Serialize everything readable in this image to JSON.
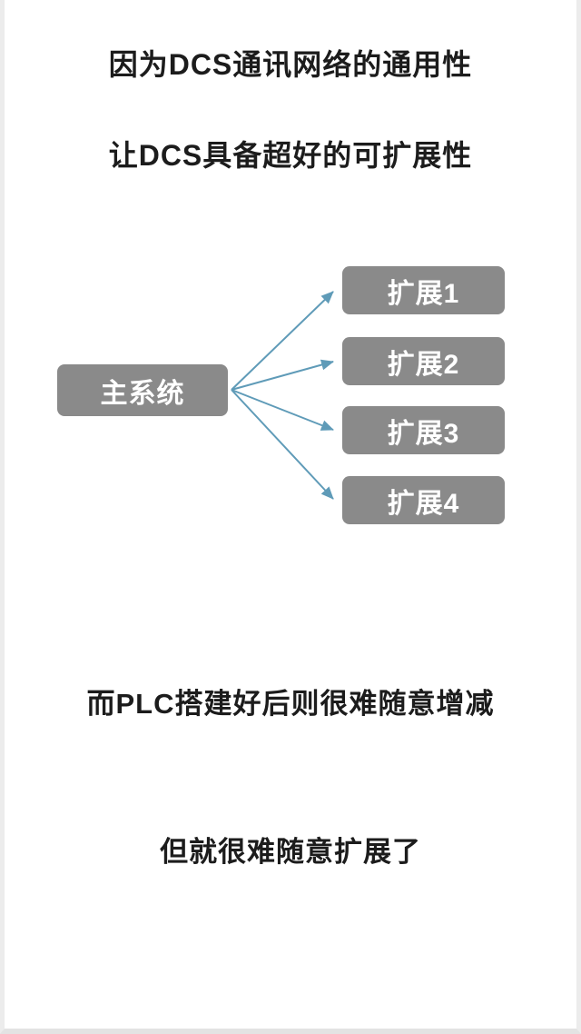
{
  "headings": {
    "line1": "因为DCS通讯网络的通用性",
    "line2": "让DCS具备超好的可扩展性"
  },
  "diagram": {
    "main_node": {
      "label": "主系统"
    },
    "extensions": [
      {
        "label": "扩展1"
      },
      {
        "label": "扩展2"
      },
      {
        "label": "扩展3"
      },
      {
        "label": "扩展4"
      }
    ],
    "colors": {
      "node_background": "#8a8a8a",
      "node_text": "#ffffff",
      "arrow": "#5f9bb8"
    }
  },
  "footer": {
    "line1": "而PLC搭建好后则很难随意增减",
    "line2": "但就很难随意扩展了"
  }
}
